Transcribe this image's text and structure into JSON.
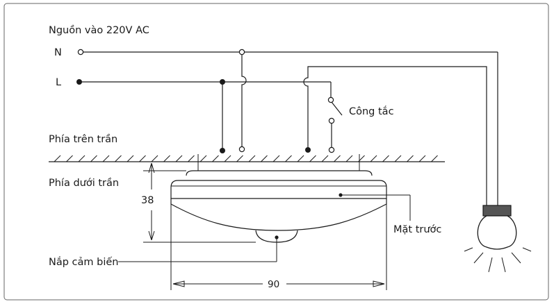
{
  "title": "Nguồn vào 220V AC",
  "terminals": {
    "neutral": "N",
    "live": "L"
  },
  "switch_label": "Công tắc",
  "above_ceiling": "Phía trên trần",
  "below_ceiling": "Phía dưới trần",
  "height_dim": "38",
  "width_dim": "90",
  "front_label": "Mặt trước",
  "sensor_cover_label": "Nắp cảm biến",
  "colors": {
    "line": "#1a1a1a",
    "lamp_cap": "#555555",
    "frame": "#666666"
  }
}
